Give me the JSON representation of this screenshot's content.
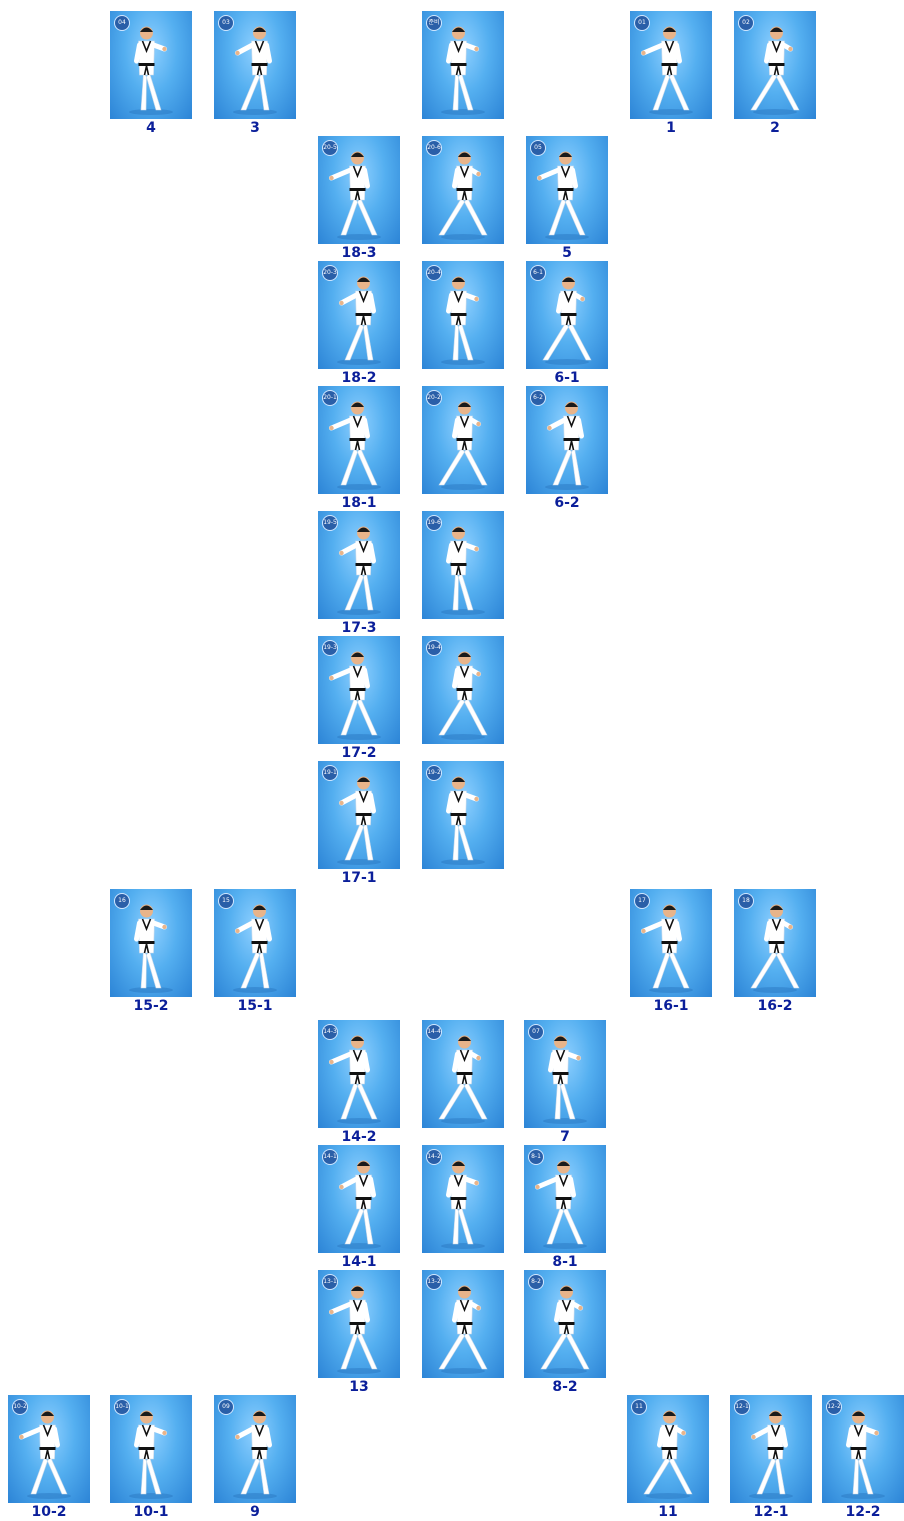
{
  "poomsae": {
    "frames": [
      {
        "badge": "준비",
        "caption": ""
      },
      {
        "badge": "01",
        "caption": "1"
      },
      {
        "badge": "02",
        "caption": "2"
      },
      {
        "badge": "03",
        "caption": "3"
      },
      {
        "badge": "04",
        "caption": "4"
      },
      {
        "badge": "05",
        "caption": "5"
      },
      {
        "badge": "6-1",
        "caption": "6-1"
      },
      {
        "badge": "6-2",
        "caption": "6-2"
      },
      {
        "badge": "07",
        "caption": "7"
      },
      {
        "badge": "8-1",
        "caption": "8-1"
      },
      {
        "badge": "8-2",
        "caption": "8-2"
      },
      {
        "badge": "09",
        "caption": "9"
      },
      {
        "badge": "10-1",
        "caption": "10-1"
      },
      {
        "badge": "10-2",
        "caption": "10-2"
      },
      {
        "badge": "11",
        "caption": "11"
      },
      {
        "badge": "12-1",
        "caption": "12-1"
      },
      {
        "badge": "12-2",
        "caption": "12-2"
      },
      {
        "badge": "13-1",
        "caption": "13"
      },
      {
        "badge": "13-2",
        "caption": ""
      },
      {
        "badge": "14-1",
        "caption": "14-1"
      },
      {
        "badge": "14-2",
        "caption": ""
      },
      {
        "badge": "14-3",
        "caption": "14-2"
      },
      {
        "badge": "14-4",
        "caption": ""
      },
      {
        "badge": "15",
        "caption": "15-1"
      },
      {
        "badge": "16",
        "caption": "15-2"
      },
      {
        "badge": "17",
        "caption": "16-1"
      },
      {
        "badge": "18",
        "caption": "16-2"
      },
      {
        "badge": "19-1",
        "caption": "17-1"
      },
      {
        "badge": "19-2",
        "caption": ""
      },
      {
        "badge": "19-3",
        "caption": "17-2"
      },
      {
        "badge": "19-4",
        "caption": ""
      },
      {
        "badge": "19-5",
        "caption": "17-3"
      },
      {
        "badge": "19-6",
        "caption": ""
      },
      {
        "badge": "20-1",
        "caption": "18-1"
      },
      {
        "badge": "20-2",
        "caption": ""
      },
      {
        "badge": "20-3",
        "caption": "18-2"
      },
      {
        "badge": "20-4",
        "caption": ""
      },
      {
        "badge": "20-5",
        "caption": "18-3"
      },
      {
        "badge": "20-6",
        "caption": ""
      }
    ]
  },
  "colors": {
    "backdrop": "#54aff0",
    "caption": "#0b1f9a",
    "uniform": "#ffffff",
    "belt": "#111111"
  }
}
